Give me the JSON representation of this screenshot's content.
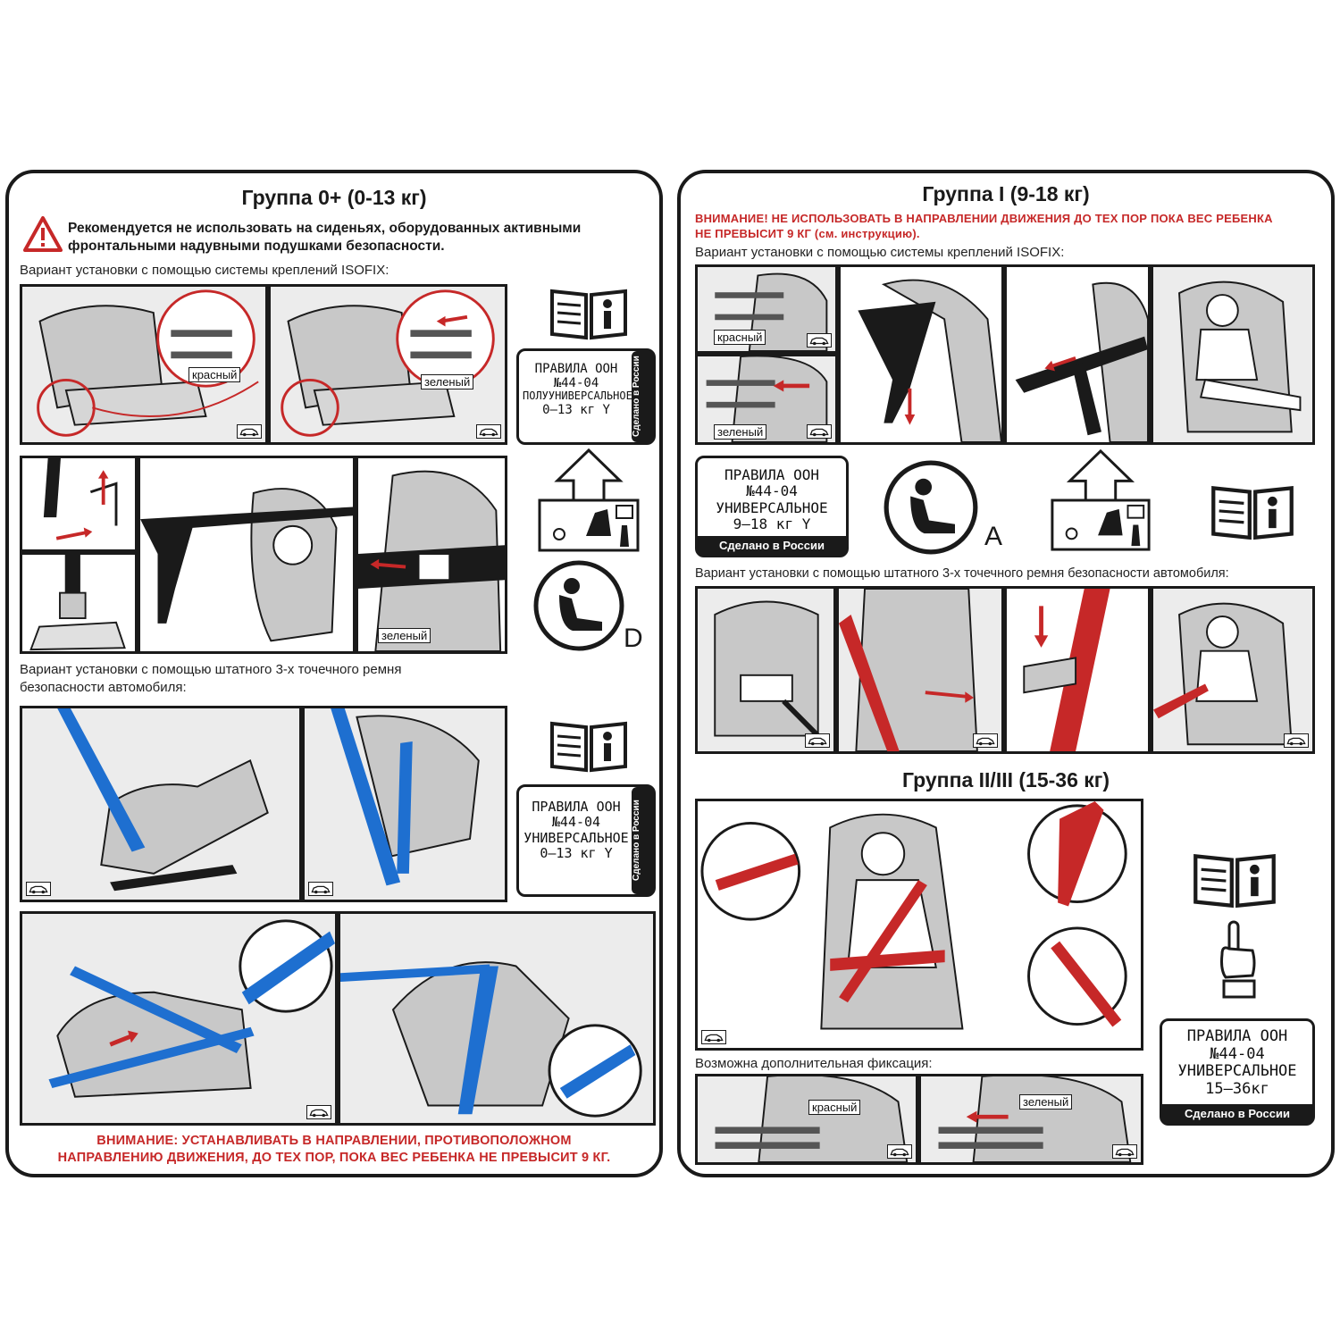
{
  "left": {
    "title": "Группа 0+ (0-13 кг)",
    "warning": [
      "Рекомендуется не использовать на сиденьях, оборудованных активными",
      "фронтальными надувными подушками безопасности."
    ],
    "isofix_label": "Вариант установки с помощью системы креплений ISOFIX:",
    "belt_label": [
      "Вариант установки с помощью штатного 3-х точечного ремня",
      "безопасности автомобиля:"
    ],
    "frame_labels": {
      "red": "красный",
      "green": "зеленый",
      "green2": "зеленый"
    },
    "approval_1": {
      "lines": [
        "ПРАВИЛА ООН",
        "№44-04",
        "ПОЛУУНИВЕРСАЛЬНОЕ",
        "0–13 кг Y"
      ],
      "tag": "Сделано в России"
    },
    "approval_2": {
      "lines": [
        "ПРАВИЛА ООН",
        "№44-04",
        "УНИВЕРСАЛЬНОЕ",
        "0–13 кг Y"
      ],
      "tag": "Сделано в России"
    },
    "isofix_class": "D",
    "bottom_warning": [
      "ВНИМАНИЕ: УСТАНАВЛИВАТЬ В НАПРАВЛЕНИИ, ПРОТИВОПОЛОЖНОМ",
      "НАПРАВЛЕНИЮ ДВИЖЕНИЯ, ДО ТЕХ ПОР, ПОКА ВЕС РЕБЕНКА НЕ ПРЕВЫСИТ 9 КГ."
    ]
  },
  "right": {
    "title": "Группа I (9-18 кг)",
    "red_warning": [
      "ВНИМАНИЕ! НЕ ИСПОЛЬЗОВАТЬ В НАПРАВЛЕНИИ ДВИЖЕНИЯ ДО ТЕХ ПОР ПОКА ВЕС РЕБЕНКА",
      "НЕ ПРЕВЫСИТ 9 КГ (см. инструкцию)."
    ],
    "isofix_label": "Вариант установки с помощью системы креплений ISOFIX:",
    "frame_labels": {
      "red": "красный",
      "green": "зеленый"
    },
    "approval_1": {
      "lines": [
        "ПРАВИЛА ООН",
        "№44-04",
        "УНИВЕРСАЛЬНОЕ",
        "9–18 кг Y"
      ],
      "tag": "Сделано в России"
    },
    "isofix_class": "A",
    "belt_label": "Вариант установки с помощью штатного 3-х точечного ремня безопасности автомобиля:",
    "group2_title": "Группа II/III (15-36 кг)",
    "extra_label": "Возможна дополнительная фиксация:",
    "extra_frame_labels": {
      "red": "красный",
      "green": "зеленый"
    },
    "approval_2": {
      "lines": [
        "ПРАВИЛА ООН",
        "№44-04",
        "УНИВЕРСАЛЬНОЕ",
        "15–36кг"
      ],
      "tag": "Сделано в России"
    }
  },
  "colors": {
    "red": "#c62828",
    "blue": "#1e6fd0",
    "seat_gray": "#c8c8c8",
    "outline": "#1a1a1a"
  },
  "icons": [
    "warning-triangle-icon",
    "manual-book-icon",
    "car-small-icon",
    "child-seat-icon",
    "isofix-anchor-icon",
    "pointing-hand-icon"
  ]
}
